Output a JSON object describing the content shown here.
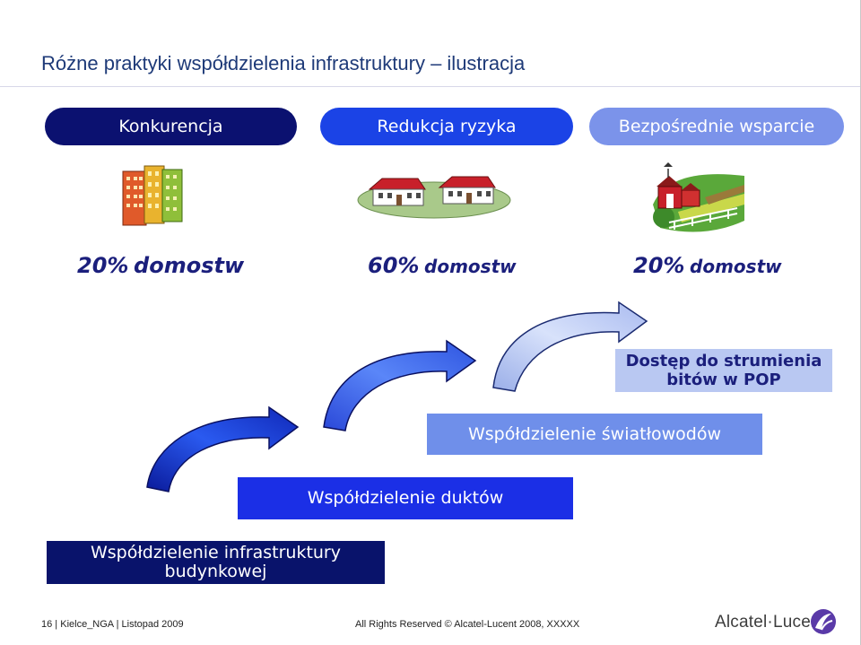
{
  "title": "Różne praktyki współdzielenia infrastruktury – ilustracja",
  "models": [
    {
      "label": "Konkurencja",
      "pct": "20%",
      "word": "domostw"
    },
    {
      "label": "Redukcja ryzyka",
      "pct": "60%",
      "word": "domostw"
    },
    {
      "label": "Bezpośrednie wsparcie",
      "pct": "20%",
      "word": "domostw"
    }
  ],
  "steps": {
    "pop_line1": "Dostęp do strumienia",
    "pop_line2": "bitów w POP",
    "fiber": "Współdzielenie światłowodów",
    "duct": "Współdzielenie duktów",
    "building_line1": "Współdzielenie infrastruktury",
    "building_line2": "budynkowej"
  },
  "footer": {
    "page": "16",
    "deck": "Kielce_NGA",
    "date": "Listopad 2009",
    "rights": "All Rights Reserved © Alcatel-Lucent 2008, XXXXX",
    "brand": "Alcatel·Lucent"
  },
  "icons": [
    "city-buildings-icon",
    "suburban-houses-icon",
    "rural-farm-icon",
    "curved-arrow-icon",
    "alcatel-lucent-logo-icon"
  ],
  "colors": {
    "dark_navy": "#0b1170",
    "royal_blue": "#1b43e6",
    "periwinkle": "#7b93ea",
    "pale_blue": "#b9c8f2"
  }
}
